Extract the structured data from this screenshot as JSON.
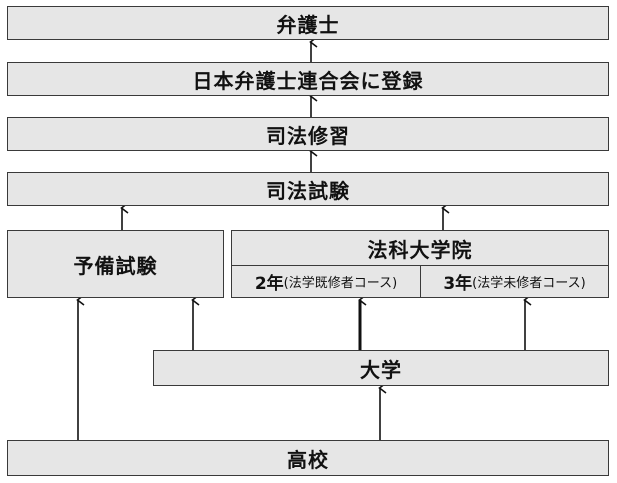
{
  "boxes": {
    "lawyer": "弁護士",
    "register": "日本弁護士連合会に登録",
    "training": "司法修習",
    "bar_exam": "司法試験",
    "prelim_exam": "予備試験",
    "law_school": "法科大学院",
    "course_2y_num": "2年",
    "course_2y_desc": "(法学既修者コース)",
    "course_3y_num": "3年",
    "course_3y_desc": "(法学未修者コース)",
    "university": "大学",
    "high_school": "高校"
  },
  "colors": {
    "box_fill": "#e6e6e6",
    "box_border": "#3a3a3a",
    "arrow": "#111111"
  }
}
